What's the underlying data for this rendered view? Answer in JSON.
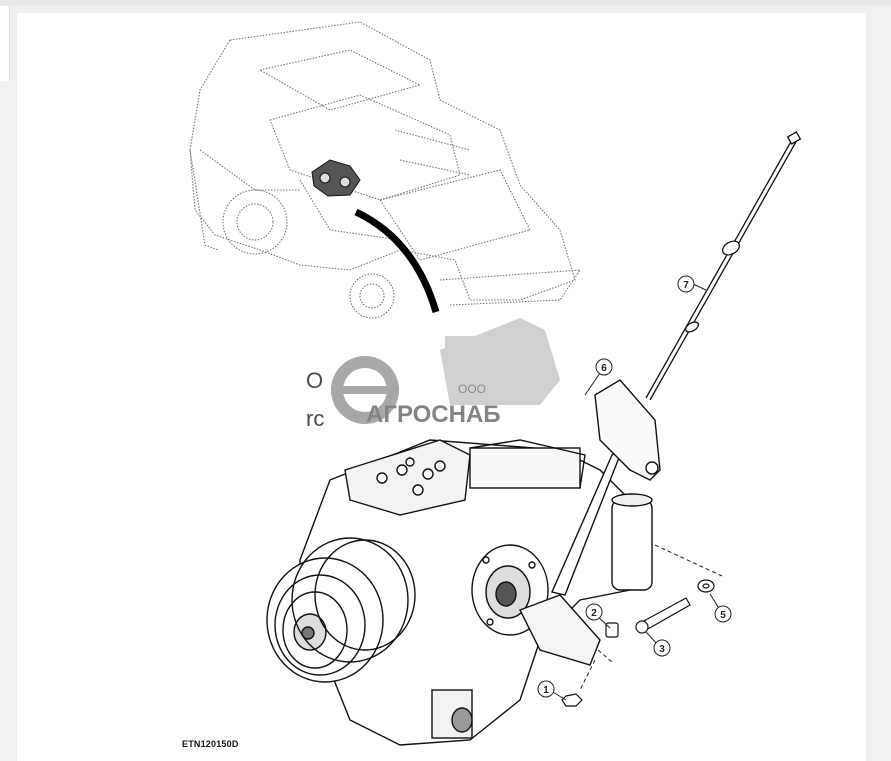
{
  "figure": {
    "code": "ETN120150D",
    "callouts": [
      "1",
      "2",
      "3",
      "5",
      "6",
      "7"
    ]
  },
  "watermark": {
    "prefix": "ООО",
    "brand": "АГРОСНАБ",
    "color": "#8a8a8a"
  },
  "background_text": {
    "line1": "O",
    "line2": "rc"
  }
}
